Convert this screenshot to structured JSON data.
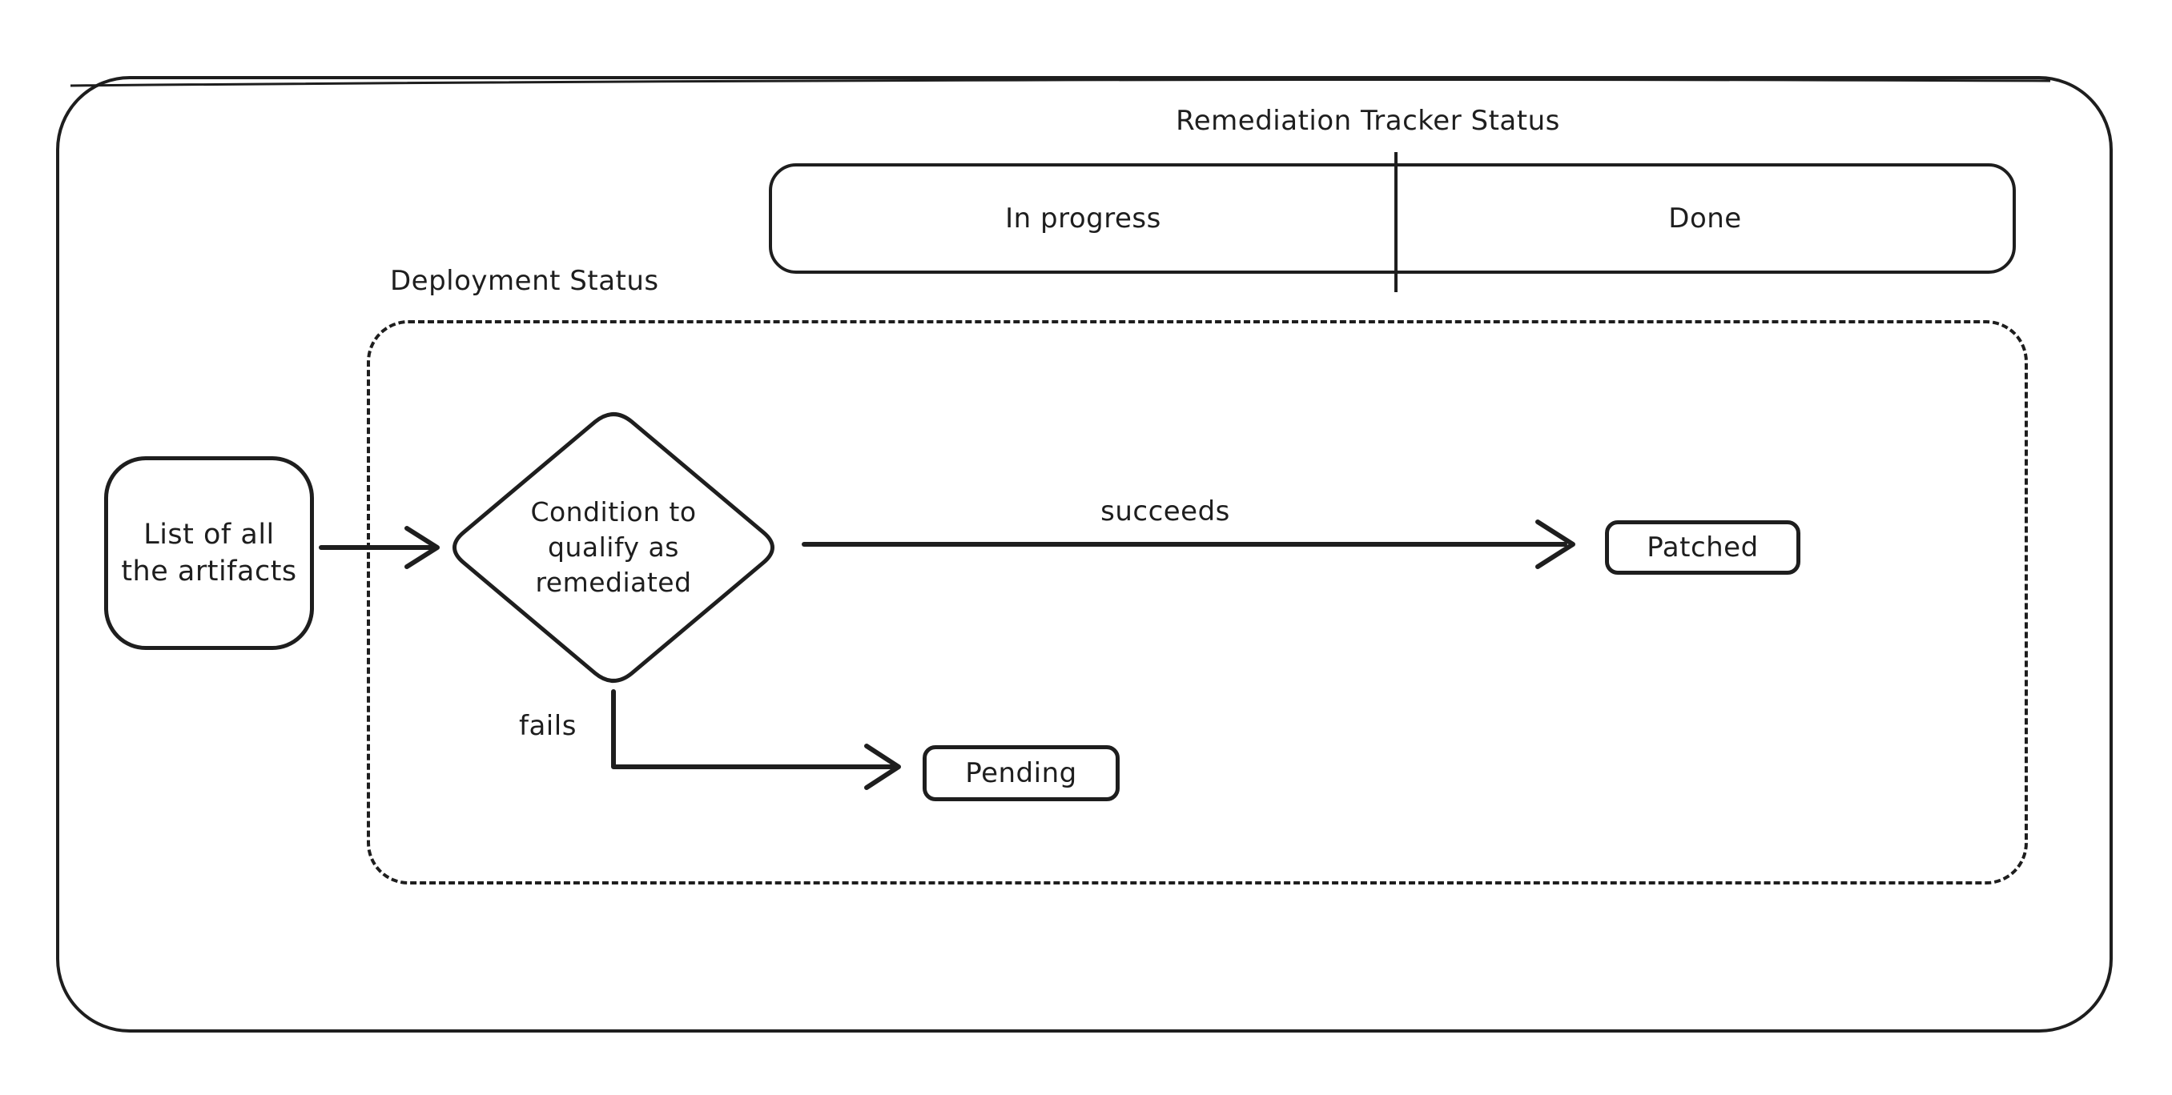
{
  "colors": {
    "ink": "#1e1e1e",
    "background": "#ffffff"
  },
  "header": {
    "title": "Remediation Tracker Status"
  },
  "tracker": {
    "in_progress_label": "In progress",
    "done_label": "Done"
  },
  "deployment": {
    "label": "Deployment Status"
  },
  "flow": {
    "artifacts_label": "List of all\nthe artifacts",
    "condition_label": "Condition to\nqualify as\nremediated",
    "succeeds_label": "succeeds",
    "fails_label": "fails",
    "patched_label": "Patched",
    "pending_label": "Pending"
  }
}
